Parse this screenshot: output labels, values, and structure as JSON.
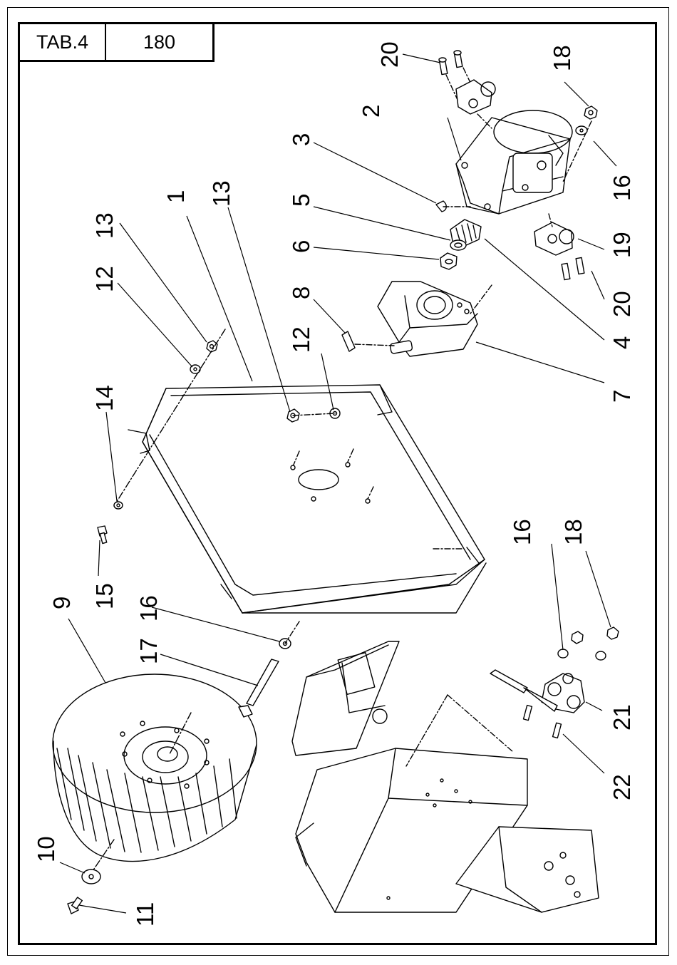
{
  "sheet": {
    "tab_label": "TAB.4",
    "tab_number": "180"
  },
  "callouts": {
    "c1": "1",
    "c2": "2",
    "c3": "3",
    "c4": "4",
    "c5": "5",
    "c6": "6",
    "c7": "7",
    "c8": "8",
    "c9": "9",
    "c10": "10",
    "c11": "11",
    "c12a": "12",
    "c12b": "12",
    "c13a": "13",
    "c13b": "13",
    "c14": "14",
    "c15": "15",
    "c16a": "16",
    "c16b": "16",
    "c16c": "16",
    "c17": "17",
    "c18a": "18",
    "c18b": "18",
    "c19": "19",
    "c20a": "20",
    "c20b": "20",
    "c21": "21",
    "c22": "22"
  }
}
